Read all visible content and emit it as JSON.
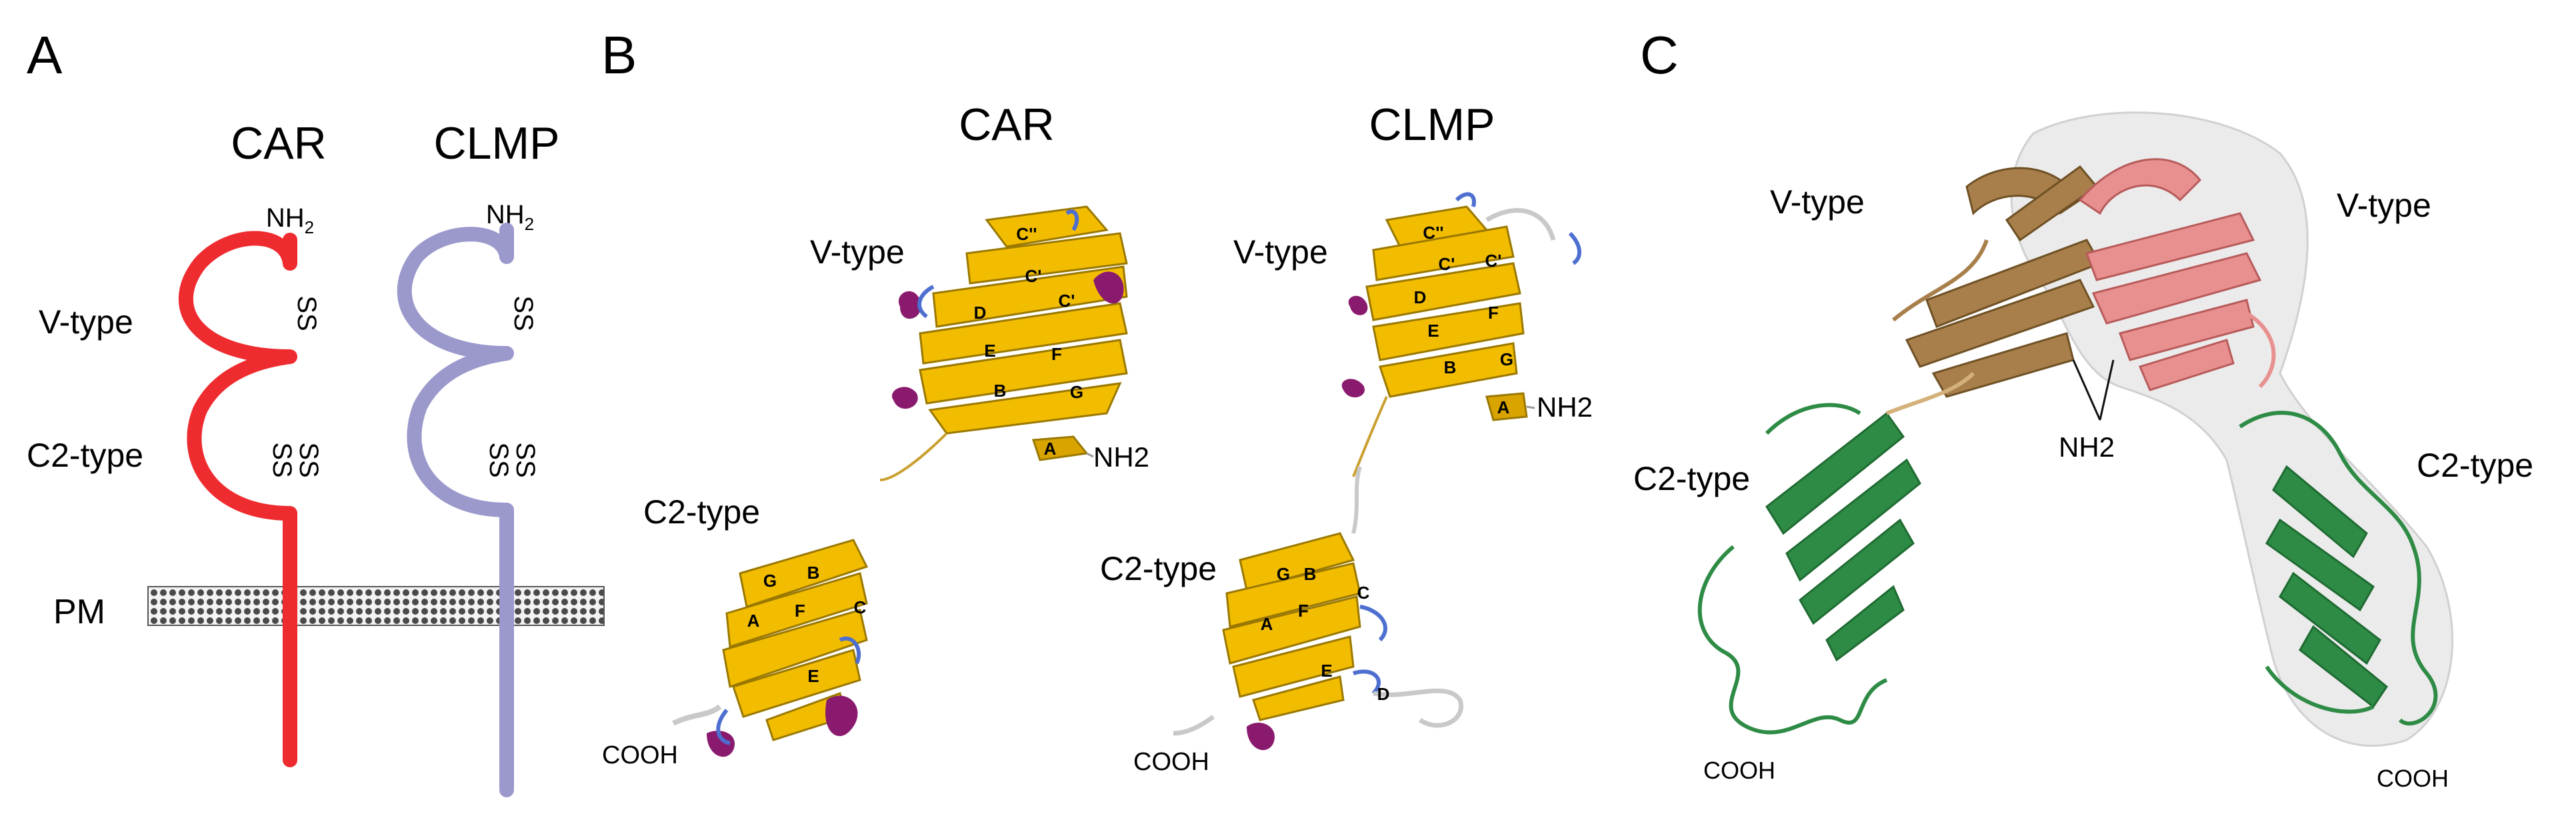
{
  "panel_a": {
    "letter": "A",
    "col_car": "CAR",
    "col_clmp": "CLMP",
    "car_nh2": "NH",
    "car_nh2_sub": "2",
    "clmp_nh2": "NH",
    "clmp_nh2_sub": "2",
    "label_vtype": "V-type",
    "label_c2type": "C2-type",
    "label_pm": "PM",
    "ss_car_v": "SS",
    "ss_car_c2a": "SS",
    "ss_car_c2b": "SS",
    "ss_clmp_v": "SS",
    "ss_clmp_c2a": "SS",
    "ss_clmp_c2b": "SS",
    "colors": {
      "car": "#ee2b2f",
      "clmp": "#9b98cc"
    }
  },
  "panel_b": {
    "letter": "B",
    "car": {
      "title": "CAR",
      "vtype": "V-type",
      "c2type": "C2-type",
      "nh2": "NH",
      "nh2_sub": "2",
      "cooh": "COOH",
      "strands_v": [
        "C''",
        "C'",
        "C'",
        "D",
        "E",
        "F",
        "B",
        "G",
        "A"
      ],
      "strands_c2": [
        "G",
        "B",
        "A",
        "F",
        "C",
        "E"
      ]
    },
    "clmp": {
      "title": "CLMP",
      "vtype": "V-type",
      "c2type": "C2-type",
      "nh2": "NH",
      "nh2_sub": "2",
      "cooh": "COOH",
      "strands_v": [
        "C''",
        "C'",
        "C'",
        "D",
        "F",
        "E",
        "G",
        "B",
        "A"
      ],
      "strands_c2": [
        "G",
        "B",
        "C",
        "A",
        "F",
        "E",
        "D"
      ]
    },
    "colors": {
      "strand": "#f2bd00",
      "helix": "#8a1a6e",
      "turn": "#4d6fd0",
      "loop": "#c9c9c9"
    }
  },
  "panel_c": {
    "letter": "C",
    "vtype_left": "V-type",
    "vtype_right": "V-type",
    "c2type_left": "C2-type",
    "c2type_right": "C2-type",
    "nh2": "NH",
    "nh2_sub": "2",
    "cooh_left": "COOH",
    "cooh_right": "COOH",
    "colors": {
      "v_left": "#a87f4b",
      "v_right": "#e89090",
      "c2": "#2e8b45",
      "surface": "#e4e4e4"
    }
  }
}
